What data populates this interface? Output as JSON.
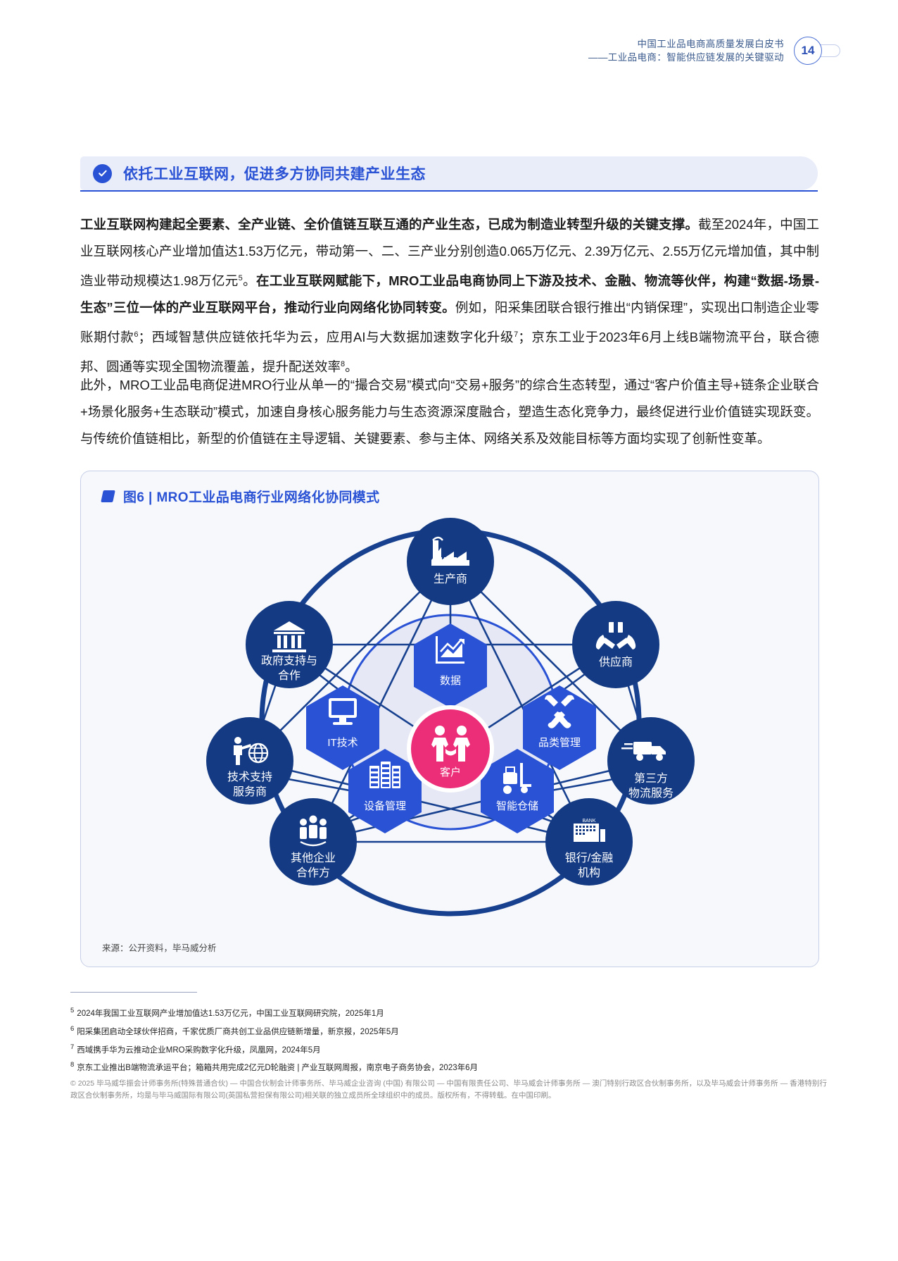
{
  "header": {
    "line1": "中国工业品电商高质量发展白皮书",
    "line2": "——工业品电商：智能供应链发展的关键驱动",
    "page_number": "14"
  },
  "section": {
    "icon": "check-circle-icon",
    "title": "依托工业互联网，促进多方协同共建产业生态",
    "accent_color": "#2a52d4",
    "band_color": "#e9edf9"
  },
  "paragraphs": {
    "p1_bold_lead": "工业互联网构建起全要素、全产业链、全价值链互联互通的产业生态，已成为制造业转型升级的关键支撑。",
    "p1_text_a": "截至2024年，中国工业互联网核心产业增加值达1.53万亿元，带动第一、二、三产业分别创造0.065万亿元、2.39万亿元、2.55万亿元增加值，其中制造业带动规模达1.98万亿元",
    "p1_fn_a": "5",
    "p1_text_b": "。",
    "p1_bold_mid": "在工业互联网赋能下，MRO工业品电商协同上下游及技术、金融、物流等伙伴，构建“数据-场景-生态”三位一体的产业互联网平台，推动行业向网络化协同转变。",
    "p1_text_c": "例如，阳采集团联合银行推出“内销保理”，实现出口制造企业零账期付款",
    "p1_fn_b": "6",
    "p1_text_d": "；西域智慧供应链依托华为云，应用AI与大数据加速数字化升级",
    "p1_fn_c": "7",
    "p1_text_e": "；京东工业于2023年6月上线B端物流平台，联合德邦、圆通等实现全国物流覆盖，提升配送效率",
    "p1_fn_d": "8",
    "p1_text_f": "。",
    "p2": "此外，MRO工业品电商促进MRO行业从单一的“撮合交易”模式向“交易+服务”的综合生态转型，通过“客户价值主导+链条企业联合+场景化服务+生态联动”模式，加速自身核心服务能力与生态资源深度融合，塑造生态化竞争力，最终促进行业价值链实现跃变。与传统价值链相比，新型的价值链在主导逻辑、关键要素、参与主体、网络关系及效能目标等方面均实现了创新性变革。"
  },
  "figure": {
    "marker_icon": "diamond-marker-icon",
    "number": "图6",
    "separator": "|",
    "title": "MRO工业品电商行业网络化协同模式",
    "full_title": "图6 | MRO工业品电商行业网络化协同模式",
    "source": "来源：公开资料，毕马威分析",
    "center": {
      "label": "客户",
      "icon": "handshake-icon",
      "color": "#ec2e78"
    },
    "inner_nodes": [
      {
        "label": "数据",
        "icon": "chart-line-icon",
        "color": "#2a52d4"
      },
      {
        "label": "品类管理",
        "icon": "tools-icon",
        "color": "#2a52d4"
      },
      {
        "label": "智能仓储",
        "icon": "forklift-icon",
        "color": "#2a52d4"
      },
      {
        "label": "设备管理",
        "icon": "server-rack-icon",
        "color": "#2a52d4"
      },
      {
        "label": "IT技术",
        "icon": "monitor-icon",
        "color": "#2a52d4"
      }
    ],
    "outer_nodes": [
      {
        "label": "生产商",
        "icon": "factory-icon",
        "color": "#133a82"
      },
      {
        "label": "供应商",
        "icon": "hands-box-icon",
        "color": "#133a82"
      },
      {
        "label": "第三方\n物流服务",
        "line1": "第三方",
        "line2": "物流服务",
        "icon": "truck-icon",
        "color": "#133a82"
      },
      {
        "label": "银行/金融\n机构",
        "line1": "银行/金融",
        "line2": "机构",
        "icon": "bank-icon",
        "color": "#133a82"
      },
      {
        "label": "其他企业\n合作方",
        "line1": "其他企业",
        "line2": "合作方",
        "icon": "people-group-icon",
        "color": "#133a82"
      },
      {
        "label": "技术支持\n服务商",
        "line1": "技术支持",
        "line2": "服务商",
        "icon": "person-globe-icon",
        "color": "#133a82"
      },
      {
        "label": "政府支持与\n合作",
        "line1": "政府支持与",
        "line2": "合作",
        "icon": "government-bank-icon",
        "color": "#133a82"
      }
    ]
  },
  "footnotes": [
    {
      "num": "5",
      "text": "2024年我国工业互联网产业增加值达1.53万亿元，中国工业互联网研究院，2025年1月"
    },
    {
      "num": "6",
      "text": "阳采集团启动全球伙伴招商，千家优质厂商共创工业品供应链新增量，新京报，2025年5月"
    },
    {
      "num": "7",
      "text": "西域携手华为云推动企业MRO采购数字化升级，凤凰网，2024年5月"
    },
    {
      "num": "8",
      "text": "京东工业推出B端物流承运平台；箱箱共用完成2亿元D轮融资 | 产业互联网周报，南京电子商务协会，2023年6月"
    }
  ],
  "copyright": "© 2025 毕马威华振会计师事务所(特殊普通合伙) — 中国合伙制会计师事务所、毕马威企业咨询 (中国) 有限公司 — 中国有限责任公司、毕马威会计师事务所 — 澳门特别行政区合伙制事务所，以及毕马威会计师事务所 — 香港特别行政区合伙制事务所，均是与毕马威国际有限公司(英国私营担保有限公司)相关联的独立成员所全球组织中的成员。版权所有，不得转载。在中国印刷。"
}
